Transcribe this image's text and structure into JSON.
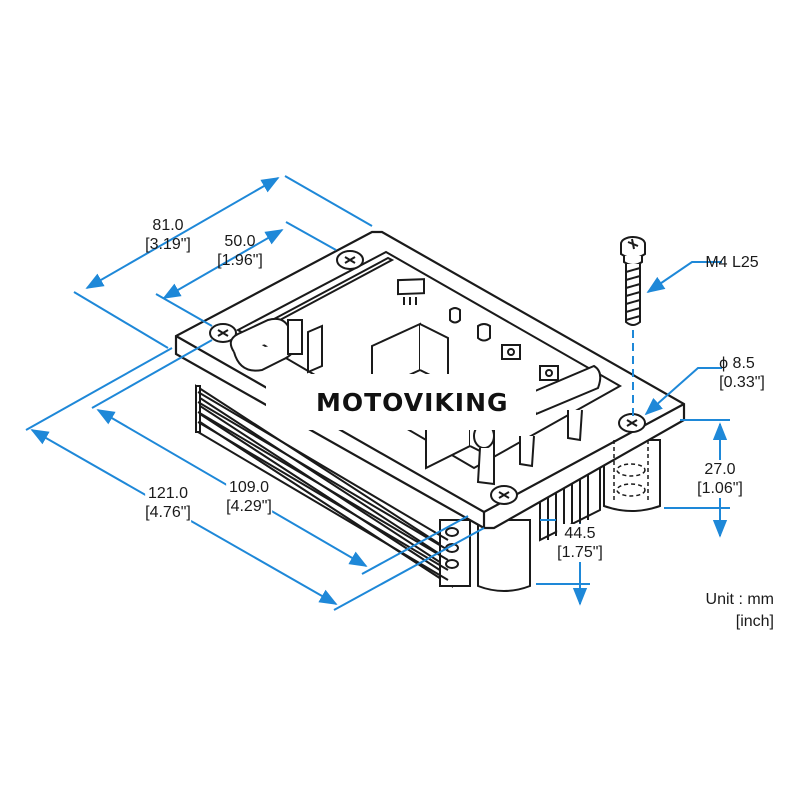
{
  "colors": {
    "line": "#1a1a1a",
    "dimension": "#1e88d8",
    "background": "#ffffff"
  },
  "brand": {
    "name": "MOTOVIKING",
    "logo_icon": "viking-mascot-icon"
  },
  "dimensions": {
    "width_outer": {
      "mm": "81.0",
      "inch": "[3.19\"]"
    },
    "width_inner": {
      "mm": "50.0",
      "inch": "[1.96\"]"
    },
    "length_outer": {
      "mm": "121.0",
      "inch": "[4.76\"]"
    },
    "length_inner": {
      "mm": "109.0",
      "inch": "[4.29\"]"
    },
    "height_total": {
      "mm": "44.5",
      "inch": "[1.75\"]"
    },
    "height_mount": {
      "mm": "27.0",
      "inch": "[1.06\"]"
    },
    "hole_diameter": {
      "mm": "ϕ 8.5",
      "inch": "[0.33\"]"
    },
    "screw": {
      "label": "M4 L25"
    }
  },
  "units": {
    "line1": "Unit : mm",
    "line2": "[inch]"
  }
}
